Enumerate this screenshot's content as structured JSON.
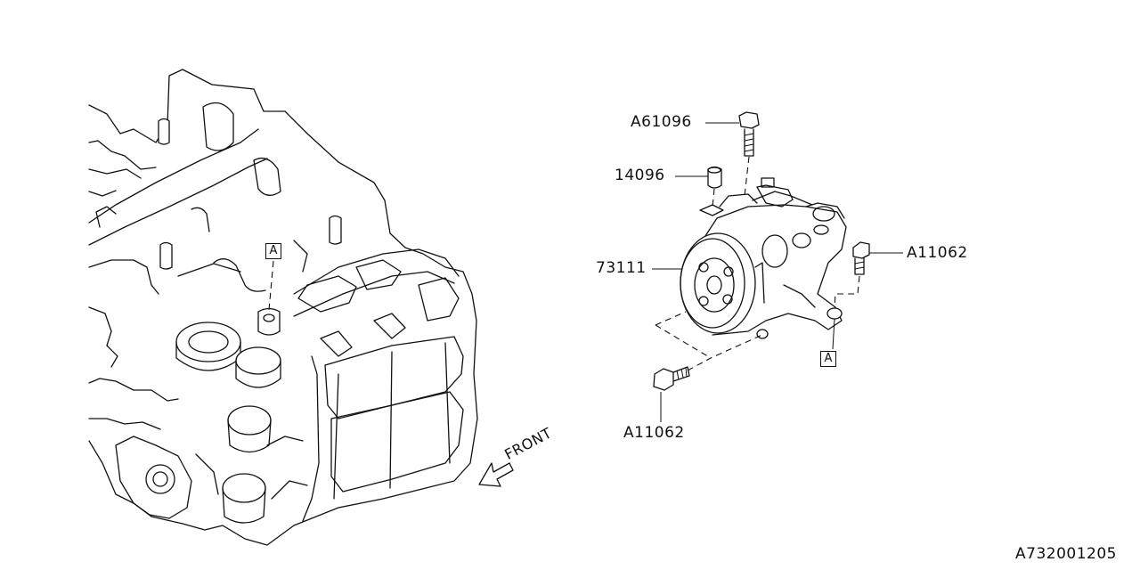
{
  "diagram": {
    "parts": [
      {
        "part_number": "A61096",
        "item": "bolt"
      },
      {
        "part_number": "14096",
        "item": "collar"
      },
      {
        "part_number": "73111",
        "item": "compressor"
      },
      {
        "part_number": "A11062",
        "item": "bolt-right"
      },
      {
        "part_number": "A11062",
        "item": "bolt-lower"
      }
    ],
    "reference_marks": [
      "A",
      "A"
    ],
    "direction_label": "FRONT",
    "figure_id": "A732001205"
  }
}
